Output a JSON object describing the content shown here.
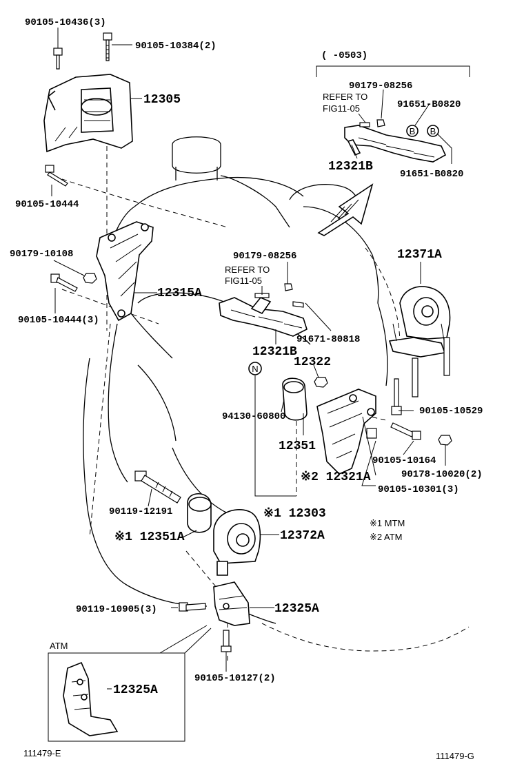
{
  "labels": {
    "p90105_10436": "90105-10436(3)",
    "p90105_10384": "90105-10384(2)",
    "p12305": "12305",
    "p90105_10444_a": "90105-10444",
    "p90179_10108": "90179-10108",
    "p12315A": "12315A",
    "p90105_10444_b": "90105-10444(3)",
    "inset_range": "(    -0503)",
    "p90179_08256_a": "90179-08256",
    "refer_a_1": "REFER TO",
    "refer_a_2": "FIG11-05",
    "p91651_B0820_a": "91651-B0820",
    "p12321B_a": "12321B",
    "p91651_B0820_b": "91651-B0820",
    "p90179_08256_b": "90179-08256",
    "refer_b_1": "REFER TO",
    "refer_b_2": "FIG11-05",
    "p91671_80818": "91671-80818",
    "p12321B_b": "12321B",
    "p12322": "12322",
    "p12371A": "12371A",
    "p94130_60800": "94130-60800",
    "p12351": "12351",
    "p90105_10529": "90105-10529",
    "p90105_10164": "90105-10164",
    "p90178_10020": "90178-10020(2)",
    "p12321A": "※2 12321A",
    "p90105_10301": "90105-10301(3)",
    "p90119_12191": "90119-12191",
    "p12303": "※1 12303",
    "p12351A": "※1 12351A",
    "p12372A": "12372A",
    "note_mtm": "※1 MTM",
    "note_atm": "※2 ATM",
    "p90119_10905": "90119-10905(3)",
    "p12325A": "12325A",
    "atm_box_title": "ATM",
    "p12325A_atm": "12325A",
    "p90105_10127": "90105-10127(2)",
    "ref_left": "111479-E",
    "ref_right": "111479-G",
    "circle_N": "N",
    "circle_B1": "B",
    "circle_B2": "B"
  }
}
